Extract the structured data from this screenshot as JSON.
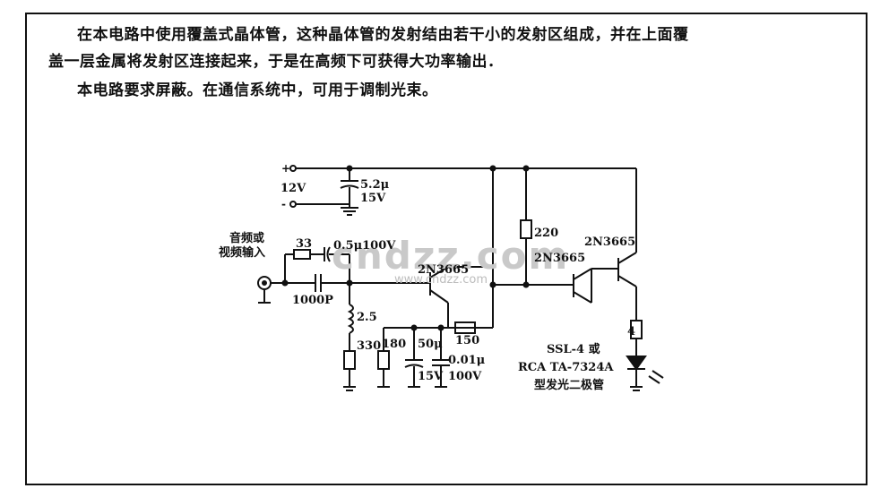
{
  "text": {
    "line1": "在本电路中使用覆盖式晶体管，这种晶体管的发射结由若干小的发射区组成，并在上面覆",
    "line2": "盖一层金属将发射区连接起来，于是在高频下可获得大功率输出．",
    "line3": "本电路要求屏蔽。在通信系统中，可用于调制光束。"
  },
  "circuit": {
    "supply_plus": "+",
    "supply_minus": "-",
    "supply_voltage": "12V",
    "c_supply_value": "5.2μ",
    "c_supply_voltage": "15V",
    "input_label_line1": "音频或",
    "input_label_line2": "视频输入",
    "r_input": "33",
    "c_input": "0.5μ100V",
    "c_coupling": "1000P",
    "l_value": "2.5",
    "r_330": "330",
    "r_180": "180",
    "c_50": "50μ",
    "c_50_voltage": "15V",
    "c_001": "0.01μ",
    "c_001_voltage": "100V",
    "r_150": "150",
    "r_220": "220",
    "q1": "2N3665",
    "q2": "2N3665",
    "q3": "2N3665",
    "r_led": "4",
    "led_line1": "SSL-4 或",
    "led_line2": "RCA TA-7324A",
    "led_line3": "型发光二极管"
  },
  "watermark": {
    "main": "cndzz.com",
    "sub": "www.cndzz.com"
  }
}
